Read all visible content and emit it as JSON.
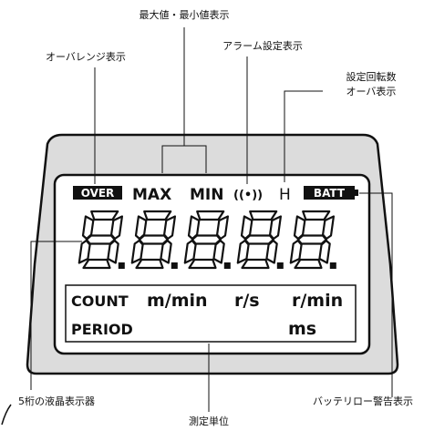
{
  "callouts": {
    "maxmin": "最大値・最小値表示",
    "over_range": "オーバレンジ表示",
    "alarm": "アラーム設定表示",
    "speed_over_line1": "設定回転数",
    "speed_over_line2": "オーバ表示",
    "lcd_digits": "5桁の液晶表示器",
    "unit": "測定単位",
    "battery": "バッテリロー警告表示"
  },
  "indicators": {
    "over": "OVER",
    "max": "MAX",
    "min": "MIN",
    "alarm_symbol": "((•))",
    "h": "H",
    "batt": "BATT"
  },
  "digits": [
    "8",
    "8",
    "8",
    "8",
    "8"
  ],
  "units": {
    "row1": [
      "COUNT",
      "m/min",
      "r/s",
      "r/min"
    ],
    "row2": [
      "PERIOD",
      "ms"
    ]
  }
}
